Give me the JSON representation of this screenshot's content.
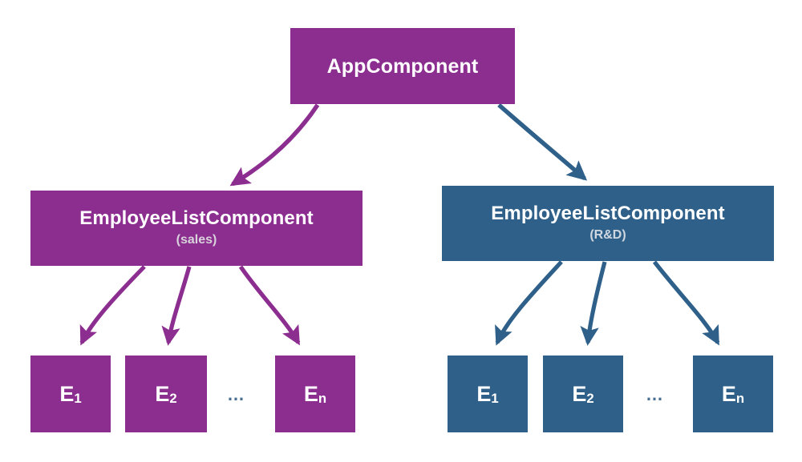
{
  "diagram": {
    "title": "Angular component tree: AppComponent with two EmployeeListComponent branches",
    "colors": {
      "purple": "#8c2d90",
      "blue": "#2e608a",
      "background": "#ffffff",
      "subtitle_on_purple": "#d8d2da",
      "subtitle_on_blue": "#cfd8e0",
      "ellipsis": "#4a6f92"
    },
    "root": {
      "label": "AppComponent",
      "color": "purple"
    },
    "branches": [
      {
        "id": "sales",
        "label": "EmployeeListComponent",
        "subtitle": "(sales)",
        "color": "purple",
        "leaves": [
          {
            "base": "E",
            "sub": "1"
          },
          {
            "base": "E",
            "sub": "2"
          },
          {
            "base": "E",
            "sub": "n"
          }
        ],
        "ellipsis": "…"
      },
      {
        "id": "rnd",
        "label": "EmployeeListComponent",
        "subtitle": "(R&D)",
        "color": "blue",
        "leaves": [
          {
            "base": "E",
            "sub": "1"
          },
          {
            "base": "E",
            "sub": "2"
          },
          {
            "base": "E",
            "sub": "n"
          }
        ],
        "ellipsis": "…"
      }
    ]
  }
}
